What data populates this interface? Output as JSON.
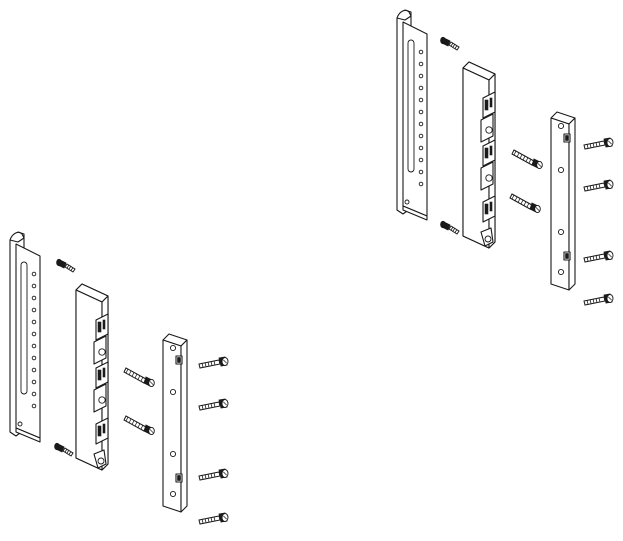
{
  "diagram": {
    "kind": "exploded hardware assembly illustration",
    "line_color": "#1a1a1a",
    "fill_color": "#ffffff",
    "assemblies": [
      {
        "name": "assembly-left",
        "parts": [
          "mounting-bracket",
          "bracket-screw",
          "bracket-screw",
          "spacer-block",
          "long-screw",
          "long-screw",
          "mounting-rail",
          "rail-screw",
          "rail-screw",
          "rail-screw",
          "rail-screw"
        ]
      },
      {
        "name": "assembly-right",
        "parts": [
          "mounting-bracket",
          "bracket-screw",
          "bracket-screw",
          "spacer-block",
          "long-screw",
          "long-screw",
          "mounting-rail",
          "rail-screw",
          "rail-screw",
          "rail-screw",
          "rail-screw"
        ]
      }
    ]
  }
}
